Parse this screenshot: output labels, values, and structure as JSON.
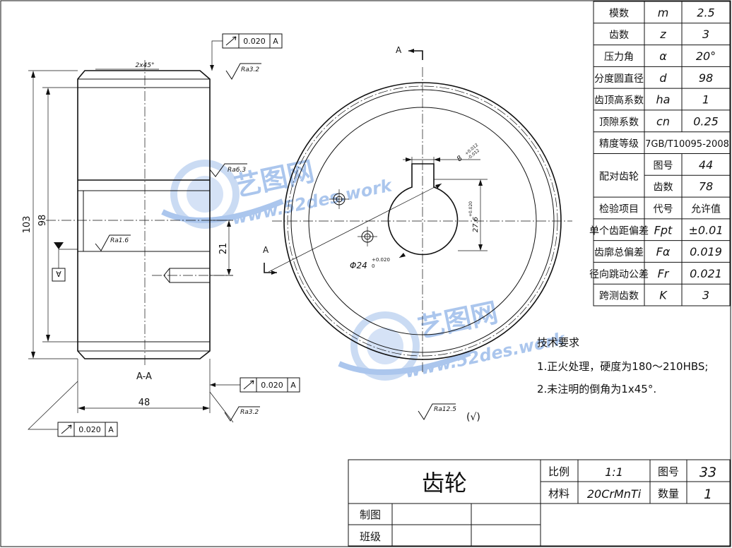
{
  "params": [
    {
      "name": "模数",
      "sym": "m",
      "val": "2.5"
    },
    {
      "name": "齿数",
      "sym": "z",
      "val": "3"
    },
    {
      "name": "压力角",
      "sym": "α",
      "val": "20°"
    },
    {
      "name": "分度圆直径",
      "sym": "d",
      "val": "98"
    },
    {
      "name": "齿顶高系数",
      "sym": "ha",
      "val": "1"
    },
    {
      "name": "顶隙系数",
      "sym": "cn",
      "val": "0.25"
    },
    {
      "name": "精度等级",
      "sym": "",
      "val": "7GB/T10095-2008"
    },
    {
      "name": "配对齿轮",
      "sym": "图号",
      "val": "44"
    },
    {
      "name": "",
      "sym": "齿数",
      "val": "78"
    },
    {
      "name": "检验项目",
      "sym": "代号",
      "val": "允许值"
    },
    {
      "name": "单个齿距偏差",
      "sym": "Fpt",
      "val": "±0.01"
    },
    {
      "name": "齿廓总偏差",
      "sym": "Fα",
      "val": "0.019"
    },
    {
      "name": "径向跳动公差",
      "sym": "Fr",
      "val": "0.021"
    },
    {
      "name": "跨测齿数",
      "sym": "K",
      "val": "3"
    }
  ],
  "title_block": {
    "part_name": "齿轮",
    "scale_label": "比例",
    "scale": "1:1",
    "drawing_no_label": "图号",
    "drawing_no": "33",
    "material_label": "材料",
    "material": "20CrMnTi",
    "qty_label": "数量",
    "qty": "1",
    "drawn_label": "制图",
    "class_label": "班级"
  },
  "notes": {
    "heading": "技术要求",
    "line1": "1.正火处理，硬度为180～210HBS;",
    "line2": "2.未注明的倒角为1x45°."
  },
  "section": {
    "label": "A-A",
    "chamfer": "2x45°",
    "dim_103": "103",
    "dim_98": "98",
    "dim_48": "48",
    "dim_21": "21",
    "datum": "A",
    "ra_top": "Ra3.2",
    "ra_mid": "Ra6.3",
    "ra_bore": "Ra1.6",
    "ra_bottom": "Ra3.2",
    "gt_tol": "0.020",
    "gt_datum": "A"
  },
  "front": {
    "cut_label": "A",
    "key_width": "8",
    "key_width_tol_up": "+0.012",
    "key_width_tol_lo": "-0.012",
    "key_depth": "27.6",
    "key_depth_tol": "+0.020",
    "bore": "Φ24",
    "bore_tol_up": "+0.020",
    "bore_tol_lo": "0"
  },
  "surface": {
    "general_ra": "Ra12.5",
    "other_mark": "(√)"
  },
  "watermark": {
    "cn": "艺图网",
    "url": "www.52des.work"
  }
}
